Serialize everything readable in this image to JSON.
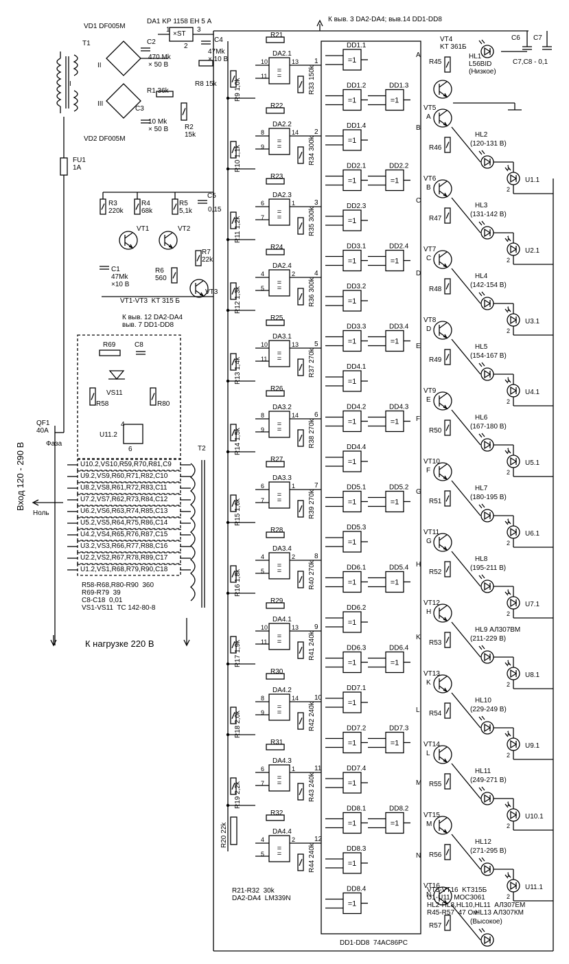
{
  "power_supply": {
    "transformer_t1": "T1",
    "winding_primary": "I",
    "winding_ii": "II",
    "winding_iii": "III",
    "vd1": "VD1 DF005M",
    "vd2": "VD2 DF005M",
    "da1": "DA1 KР 1158 ЕН 5 А",
    "st": "×ST",
    "pin1": "1",
    "pin2": "2",
    "pin3": "3",
    "c2": "C2",
    "c2_val": "470 Mk\n× 50 В",
    "c4": "C4",
    "c4_val": "47Mk\n× 10 В",
    "c3": "C3",
    "c3_val": "10 Mk\n× 50 В",
    "r1": "R1 36k",
    "r2": "R2\n15k",
    "r8": "R8 15k",
    "top_note": "К выв. 3 DA2-DA4; выв.14 DD1-DD8",
    "fu1": "FU1\n1A"
  },
  "generator": {
    "r3": "R3\n220k",
    "r4": "R4\n68k",
    "r5": "R5\n5,1k",
    "c5": "C5",
    "c5_val": "0,15",
    "vt1": "VT1",
    "vt2": "VT2",
    "r7": "R7\n22k",
    "c1": "C1\n47Mk\n×10 В",
    "r6": "R6\n560",
    "vt3": "VT3",
    "vt_note": "VT1-VT3  KT 315 Б",
    "gnd_note": "К выв. 12 DA2-DA4\nвыв. 7 DD1-DD8"
  },
  "power_block": {
    "r69": "R69",
    "c8": "C8",
    "vs11": "VS11",
    "r58": "R58",
    "r80": "R80",
    "u112": "U11.2",
    "pin4": "4",
    "pin6": "6",
    "qf1": "QF1\n40A",
    "phase": "Фаза",
    "input": "Вход 120 - 290 В",
    "neutral": "Ноль",
    "t2": "T2",
    "rows": [
      "U10.2,VS10,R59,R70,R81,C9",
      "U9.2,VS9,R60,R71,R82,C10",
      "U8.2,VS8,R61,R72,R83,C11",
      "U7.2,VS7,R62,R73,R84,C12",
      "U6.2,VS6,R63,R74,R85,C13",
      "U5.2,VS5,R64,R75,R86,C14",
      "U4.2,VS4,R65,R76,R87,C15",
      "U3.2,VS3,R66,R77,R88,C16",
      "U2.2,VS2,R67,R78,R89,C17",
      "U1.2,VS1,R68,R79,R90,C18"
    ],
    "specs": "R58-R68,R80-R90  360\nR69-R79  39\nC8-C18  0,01\nVS1-VS11  TC 142-80-8",
    "load": "К нагрузке 220 В"
  },
  "divider": {
    "resistors": [
      "R9  1,0k",
      "R10  1,1k",
      "R11  1,2k",
      "R12  1,3k",
      "R13  1,4k",
      "R14  1,5k",
      "R15  1,6k",
      "R16  1,8k",
      "R17  1,9k",
      "R18  2,0k",
      "R19  2,2k"
    ],
    "r20": "R20 22k"
  },
  "comparators": [
    {
      "r": "R21",
      "da": "DA2.1",
      "pins": [
        "10",
        "11",
        "13"
      ],
      "out": "1",
      "rfb": "R33  150k"
    },
    {
      "r": "R22",
      "da": "DA2.2",
      "pins": [
        "8",
        "9",
        "14"
      ],
      "out": "2",
      "rfb": "R34  300k"
    },
    {
      "r": "R23",
      "da": "DA2.3",
      "pins": [
        "6",
        "7",
        "1"
      ],
      "out": "3",
      "rfb": "R35  300k"
    },
    {
      "r": "R24",
      "da": "DA2.4",
      "pins": [
        "4",
        "5",
        "2"
      ],
      "out": "4",
      "rfb": "R36  300k"
    },
    {
      "r": "R25",
      "da": "DA3.1",
      "pins": [
        "10",
        "11",
        "13"
      ],
      "out": "5",
      "rfb": "R37  270k"
    },
    {
      "r": "R26",
      "da": "DA3.2",
      "pins": [
        "8",
        "9",
        "14"
      ],
      "out": "6",
      "rfb": "R38  270k"
    },
    {
      "r": "R27",
      "da": "DA3.3",
      "pins": [
        "6",
        "7",
        "1"
      ],
      "out": "7",
      "rfb": "R39  270k"
    },
    {
      "r": "R28",
      "da": "DA3.4",
      "pins": [
        "4",
        "5",
        "2"
      ],
      "out": "8",
      "rfb": "R40  270k"
    },
    {
      "r": "R29",
      "da": "DA4.1",
      "pins": [
        "10",
        "11",
        "13"
      ],
      "out": "9",
      "rfb": "R41  240k"
    },
    {
      "r": "R30",
      "da": "DA4.2",
      "pins": [
        "8",
        "9",
        "14"
      ],
      "out": "10",
      "rfb": "R42  240k"
    },
    {
      "r": "R31",
      "da": "DA4.3",
      "pins": [
        "6",
        "7",
        "1"
      ],
      "out": "11",
      "rfb": "R43  240k"
    },
    {
      "r": "R32",
      "da": "DA4.4",
      "pins": [
        "4",
        "5",
        "2"
      ],
      "out": "12",
      "rfb": "R44  240k"
    }
  ],
  "comp_notes": "R21-R32  30k\nDA2-DA4  LM339N",
  "gates": [
    {
      "name": "DD1.1",
      "row": 0
    },
    {
      "name": "DD1.2",
      "row": 1
    },
    {
      "name": "DD1.3",
      "row": 1,
      "second": true
    },
    {
      "name": "DD1.4",
      "row": 2
    },
    {
      "name": "DD2.1",
      "row": 3
    },
    {
      "name": "DD2.2",
      "row": 3,
      "second": true
    },
    {
      "name": "DD2.3",
      "row": 4
    },
    {
      "name": "DD3.1",
      "row": 5
    },
    {
      "name": "DD2.4",
      "row": 5,
      "second": true
    },
    {
      "name": "DD3.2",
      "row": 6
    },
    {
      "name": "DD3.3",
      "row": 7
    },
    {
      "name": "DD3.4",
      "row": 7,
      "second": true
    },
    {
      "name": "DD4.1",
      "row": 8
    },
    {
      "name": "DD4.2",
      "row": 9
    },
    {
      "name": "DD4.3",
      "row": 9,
      "second": true
    },
    {
      "name": "DD4.4",
      "row": 10
    },
    {
      "name": "DD5.1",
      "row": 11
    },
    {
      "name": "DD5.2",
      "row": 11,
      "second": true
    },
    {
      "name": "DD5.3",
      "row": 12
    },
    {
      "name": "DD6.1",
      "row": 13
    },
    {
      "name": "DD5.4",
      "row": 13,
      "second": true
    },
    {
      "name": "DD6.2",
      "row": 14
    },
    {
      "name": "DD6.3",
      "row": 15
    },
    {
      "name": "DD6.4",
      "row": 15,
      "second": true
    },
    {
      "name": "DD7.1",
      "row": 16
    },
    {
      "name": "DD7.2",
      "row": 17
    },
    {
      "name": "DD7.3",
      "row": 17,
      "second": true
    },
    {
      "name": "DD7.4",
      "row": 18
    },
    {
      "name": "DD8.1",
      "row": 19
    },
    {
      "name": "DD8.2",
      "row": 19,
      "second": true
    },
    {
      "name": "DD8.3",
      "row": 20
    },
    {
      "name": "DD8.4",
      "row": 21
    }
  ],
  "gate_symbol": "=1",
  "gate_outputs": [
    "A",
    "B",
    "C",
    "D",
    "E",
    "F",
    "G",
    "H",
    "K",
    "L",
    "M",
    "N"
  ],
  "dd_note": "DD1-DD8  74AC86PC",
  "vt4": "VT4\nKT 361Б",
  "r45": "R45",
  "hl1": "HL1\nL56BID\n(Низкое)",
  "c6": "C6",
  "c7": "C7",
  "c78": "C7,C8 - 0,1",
  "drivers": [
    {
      "vt": "VT5",
      "r": "R46",
      "hl": "HL2",
      "range": "(120-131 В)",
      "u": "U1.1",
      "letter": "A"
    },
    {
      "vt": "VT6",
      "r": "R47",
      "hl": "HL3",
      "range": "(131-142 В)",
      "u": "U2.1",
      "letter": "B"
    },
    {
      "vt": "VT7",
      "r": "R48",
      "hl": "HL4",
      "range": "(142-154 В)",
      "u": "U3.1",
      "letter": "C"
    },
    {
      "vt": "VT8",
      "r": "R49",
      "hl": "HL5",
      "range": "(154-167 В)",
      "u": "U4.1",
      "letter": "D"
    },
    {
      "vt": "VT9",
      "r": "R50",
      "hl": "HL6",
      "range": "(167-180 В)",
      "u": "U5.1",
      "letter": "E"
    },
    {
      "vt": "VT10",
      "r": "R51",
      "hl": "HL7",
      "range": "(180-195 В)",
      "u": "U6.1",
      "letter": "F"
    },
    {
      "vt": "VT11",
      "r": "R52",
      "hl": "HL8",
      "range": "(195-211 В)",
      "u": "U7.1",
      "letter": "G"
    },
    {
      "vt": "VT12",
      "r": "R53",
      "hl": "HL9 АЛ307ВМ",
      "range": "(211-229 В)",
      "u": "U8.1",
      "letter": "H"
    },
    {
      "vt": "VT13",
      "r": "R54",
      "hl": "HL10",
      "range": "(229-249 В)",
      "u": "U9.1",
      "letter": "K"
    },
    {
      "vt": "VT14",
      "r": "R55",
      "hl": "HL11",
      "range": "(249-271 В)",
      "u": "U10.1",
      "letter": "L"
    },
    {
      "vt": "VT15",
      "r": "R56",
      "hl": "HL12",
      "range": "(271-295 В)",
      "u": "U11.1",
      "letter": "M"
    },
    {
      "vt": "VT16",
      "r": "R57",
      "hl": "HL13 АЛ307КМ",
      "range": "(Высокое)",
      "u": "",
      "letter": "N"
    }
  ],
  "driver_notes": "VT5-VT16  KT315Б\nU1-U11  MOC3061\nHL2-HL8,HL10,HL11  АЛ307ЕМ\nR45-R57  47 Ом"
}
